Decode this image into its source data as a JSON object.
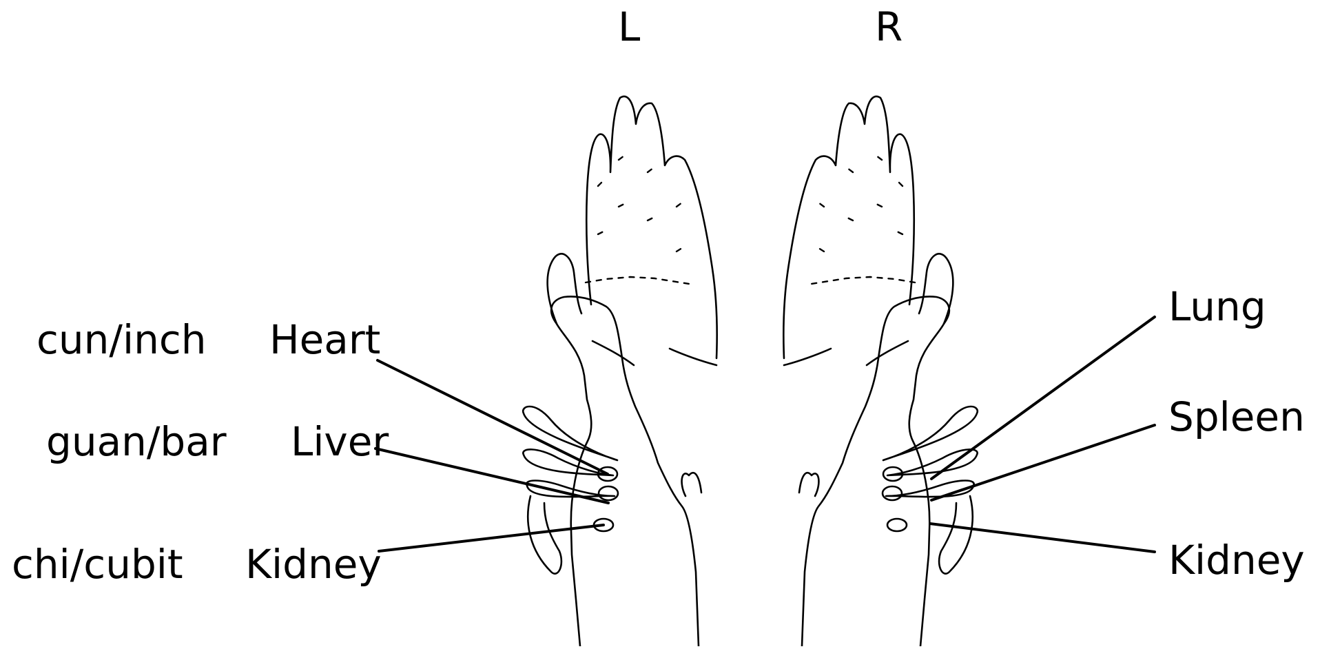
{
  "sides": {
    "left": "L",
    "right": "R"
  },
  "positions": {
    "cun": "cun/inch",
    "guan": "guan/bar",
    "chi": "chi/cubit"
  },
  "left_hand": {
    "cun": "Heart",
    "guan": "Liver",
    "chi": "Kidney"
  },
  "right_hand": {
    "cun": "Lung",
    "guan": "Spleen",
    "chi": "Kidney"
  }
}
